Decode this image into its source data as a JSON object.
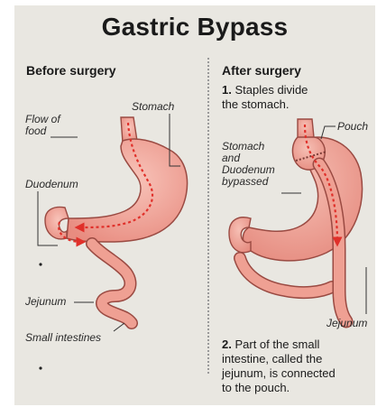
{
  "title": "Gastric Bypass",
  "before": {
    "heading": "Before surgery",
    "labels": {
      "flow_of_food": "Flow of\nfood",
      "stomach": "Stomach",
      "duodenum": "Duodenum",
      "jejunum": "Jejunum",
      "small_intestines": "Small intestines"
    }
  },
  "after": {
    "heading": "After surgery",
    "step1_number": "1.",
    "step1_text": "Staples divide\nthe stomach.",
    "labels": {
      "pouch": "Pouch",
      "bypassed": "Stomach\nand\nDuodenum\nbypassed",
      "jejunum": "Jejunum"
    },
    "step2_number": "2.",
    "step2_text": "Part of the small\nintestine, called the\njejunum, is connected\nto the pouch."
  },
  "colors": {
    "background": "#e9e7e1",
    "organ_fill": "#f0a79b",
    "organ_outline": "#9a4a42",
    "flow_arrows": "#e0302a"
  }
}
